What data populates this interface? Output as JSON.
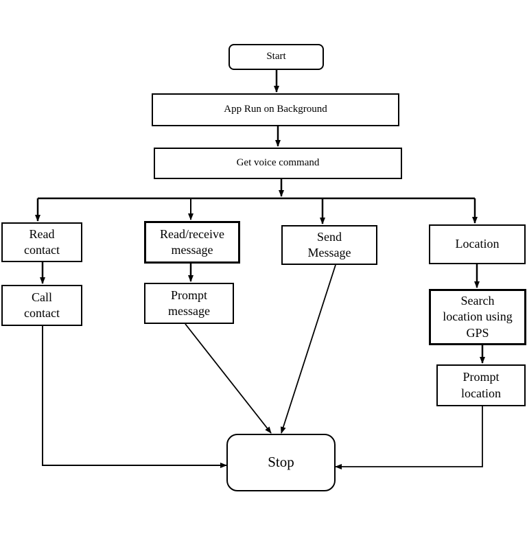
{
  "nodes": {
    "start": "Start",
    "background": "App Run on Background",
    "voice": "Get voice command",
    "read_contact": "Read\ncontact",
    "call_contact": "Call\ncontact",
    "read_message": "Read/receive\nmessage",
    "prompt_message": "Prompt\nmessage",
    "send_message": "Send\nMessage",
    "location": "Location",
    "search_location": "Search\nlocation using\nGPS",
    "prompt_location": "Prompt\nlocation",
    "stop": "Stop"
  },
  "colors": {
    "line": "#000000",
    "box_fill": "#ffffff",
    "box_border": "#000000"
  }
}
